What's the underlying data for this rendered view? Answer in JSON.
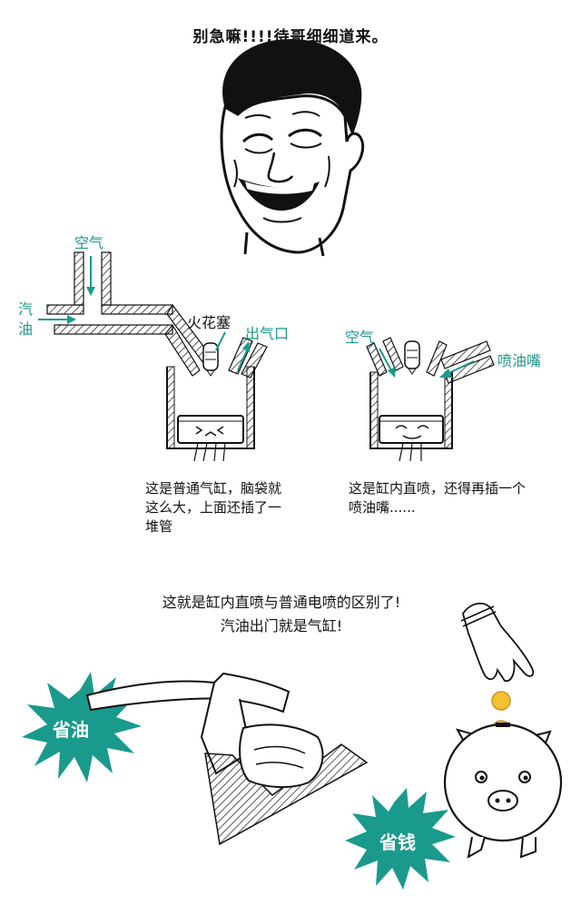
{
  "header": {
    "title": "别急嘛!!!!待哥细细道来。"
  },
  "left_diagram": {
    "air_label": "空气",
    "fuel_label": "汽\n油",
    "spark_plug_label": "火花塞",
    "exhaust_label": "出气口",
    "caption": "这是普通气缸，脑袋就这么大，上面还插了一堆管"
  },
  "right_diagram": {
    "air_label": "空气",
    "injector_label": "喷油嘴",
    "caption": "这是缸内直喷，还得再插一个喷油嘴......"
  },
  "conclusion": {
    "line1": "这就是缸内直喷与普通电喷的区别了!",
    "line2": "汽油出门就是气缸!"
  },
  "badges": {
    "save_fuel": "省油",
    "save_money": "省钱"
  },
  "colors": {
    "accent": "#1a9a8c",
    "ink": "#111111"
  }
}
